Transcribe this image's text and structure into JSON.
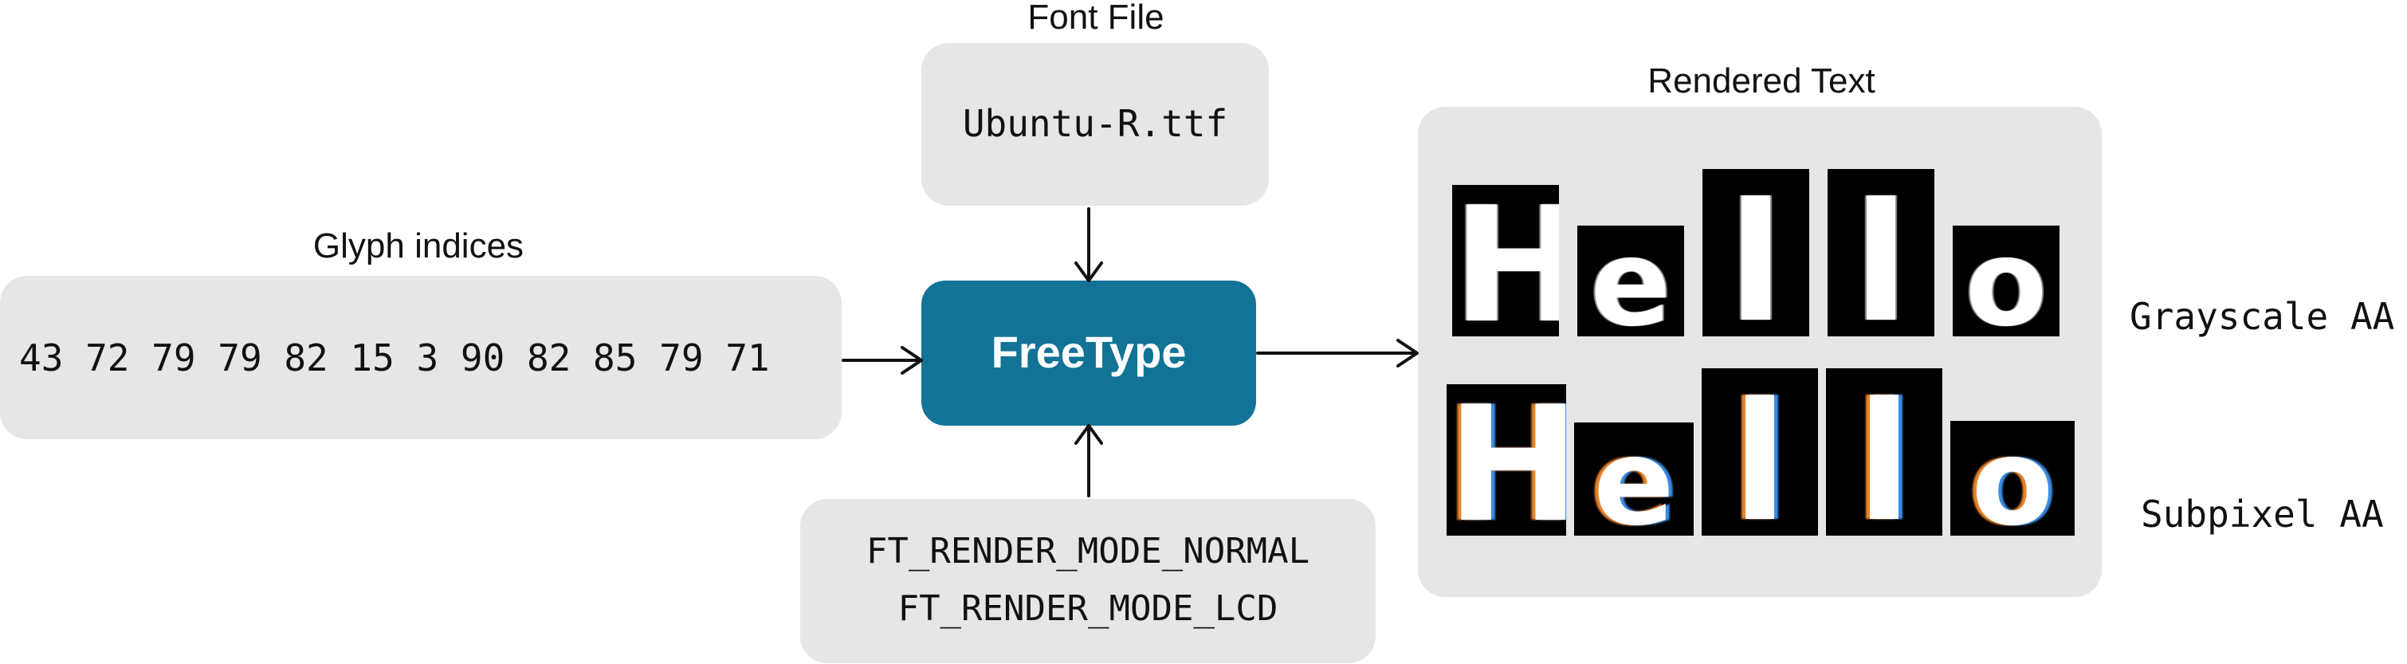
{
  "font_file": {
    "label": "Font File",
    "filename": "Ubuntu-R.ttf"
  },
  "glyph_indices": {
    "label": "Glyph indices",
    "values": "43 72 79 79 82 15 3 90 82 85 79 71"
  },
  "engine": {
    "label": "FreeType",
    "color": "#127396"
  },
  "render_modes": {
    "normal": "FT_RENDER_MODE_NORMAL",
    "lcd": "FT_RENDER_MODE_LCD"
  },
  "rendered_text": {
    "label": "Rendered Text",
    "rows": [
      {
        "caption": "Grayscale AA",
        "glyphs": [
          "H",
          "e",
          "l",
          "l",
          "o"
        ]
      },
      {
        "caption": "Subpixel AA",
        "glyphs": [
          "H",
          "e",
          "l",
          "l",
          "o"
        ]
      }
    ]
  },
  "colors": {
    "box_fill": "#e6e6e6",
    "engine_fill": "#127396",
    "text": "#111111"
  }
}
